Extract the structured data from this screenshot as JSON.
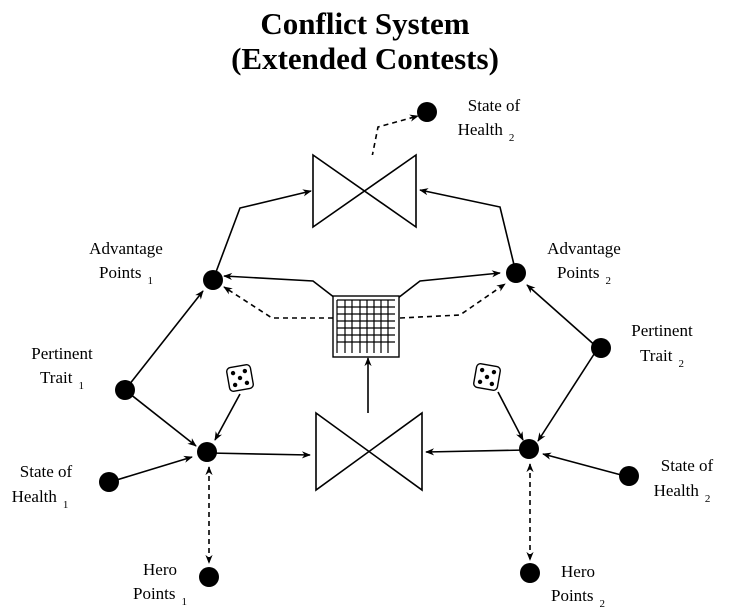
{
  "title": {
    "line1": "Conflict System",
    "line2": "(Extended Contests)"
  },
  "labels": {
    "state_of_health_top": {
      "text": "State of",
      "text2": "Health",
      "sub": "2"
    },
    "advantage_points_1": {
      "text": "Advantage",
      "text2": "Points",
      "sub": "1"
    },
    "advantage_points_2": {
      "text": "Advantage",
      "text2": "Points",
      "sub": "2"
    },
    "pertinent_trait_1": {
      "text": "Pertinent",
      "text2": "Trait",
      "sub": "1"
    },
    "pertinent_trait_2": {
      "text": "Pertinent",
      "text2": "Trait",
      "sub": "2"
    },
    "state_of_health_1": {
      "text": "State of",
      "text2": "Health",
      "sub": "1"
    },
    "state_of_health_2": {
      "text": "State of",
      "text2": "Health",
      "sub": "2"
    },
    "hero_points_1": {
      "text": "Hero",
      "text2": "Points",
      "sub": "1"
    },
    "hero_points_2": {
      "text": "Hero",
      "text2": "Points",
      "sub": "2"
    }
  },
  "colors": {
    "ink": "#000000",
    "background": "#ffffff"
  },
  "icons": [
    "dice-icon",
    "grid-table-icon",
    "valve-icon"
  ]
}
